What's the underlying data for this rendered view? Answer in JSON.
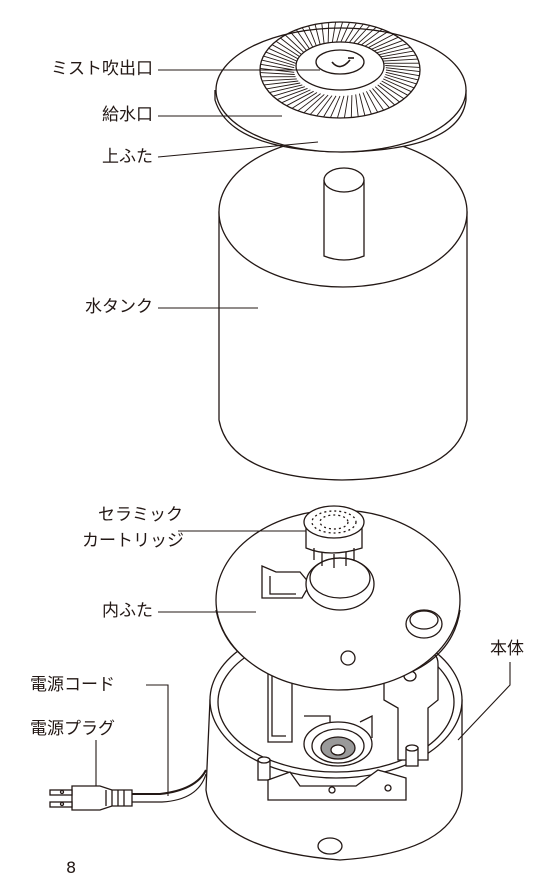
{
  "labels": {
    "mist_outlet": "ミスト吹出口",
    "water_inlet": "給水口",
    "top_lid": "上ふた",
    "water_tank": "水タンク",
    "ceramic_cartridge_line1": "セラミック",
    "ceramic_cartridge_line2": "カートリッジ",
    "inner_lid": "内ふた",
    "main_body": "本体",
    "power_cord": "電源コード",
    "power_plug": "電源プラグ"
  },
  "page_number": "8",
  "colors": {
    "line": "#231815",
    "fill": "#ffffff",
    "detail": "#9a9a9a"
  }
}
